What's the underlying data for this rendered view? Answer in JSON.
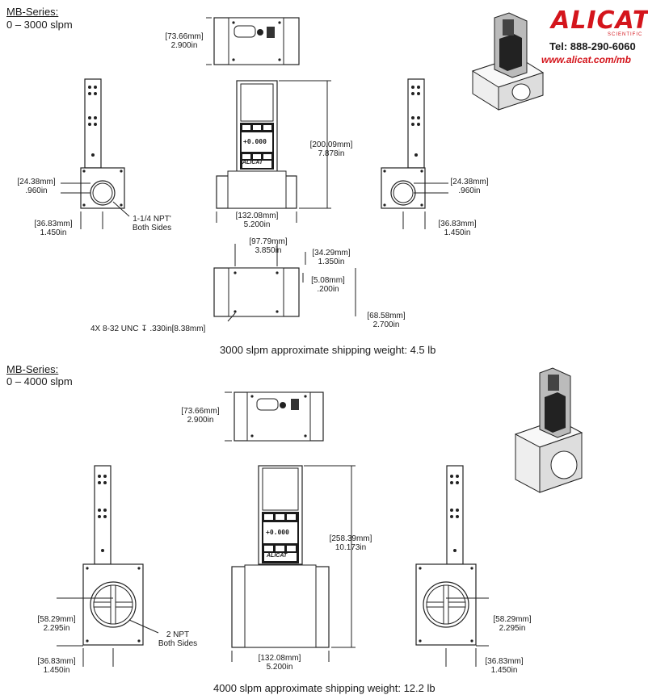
{
  "brand": {
    "logo_text": "ALICAT",
    "logo_subtext": "SCIENTIFIC",
    "phone": "Tel: 888-290-6060",
    "website": "www.alicat.com/mb",
    "accent_color": "#d4151c"
  },
  "section1": {
    "title": "MB-Series:",
    "range": "0 – 3000 slpm",
    "top_view": {
      "dim_mm": "[73.66mm]",
      "dim_in": "2.900in"
    },
    "front_height": {
      "dim_mm": "[200.09mm]",
      "dim_in": "7.878in"
    },
    "front_width": {
      "dim_mm": "[132.08mm]",
      "dim_in": "5.200in"
    },
    "left_port": {
      "dim_mm": "[24.38mm]",
      "dim_in": ".960in"
    },
    "left_width": {
      "dim_mm": "[36.83mm]",
      "dim_in": "1.450in"
    },
    "port_note": [
      "1-1/4 NPT'",
      "Both Sides"
    ],
    "right_port": {
      "dim_mm": "[24.38mm]",
      "dim_in": ".960in"
    },
    "right_width": {
      "dim_mm": "[36.83mm]",
      "dim_in": "1.450in"
    },
    "bottom_a": {
      "dim_mm": "[97.79mm]",
      "dim_in": "3.850in"
    },
    "bottom_b": {
      "dim_mm": "[34.29mm]",
      "dim_in": "1.350in"
    },
    "bottom_c": {
      "dim_mm": "[5.08mm]",
      "dim_in": ".200in"
    },
    "bottom_d": {
      "dim_mm": "[68.58mm]",
      "dim_in": "2.700in"
    },
    "thread_note": "4X 8-32 UNC   ↧ .330in[8.38mm]",
    "weight": "3000 slpm approximate shipping weight: 4.5 lb"
  },
  "section2": {
    "title": "MB-Series:",
    "range": "0 – 4000 slpm",
    "top_view": {
      "dim_mm": "[73.66mm]",
      "dim_in": "2.900in"
    },
    "front_height": {
      "dim_mm": "[258.39mm]",
      "dim_in": "10.173in"
    },
    "front_width": {
      "dim_mm": "[132.08mm]",
      "dim_in": "5.200in"
    },
    "left_port": {
      "dim_mm": "[58.29mm]",
      "dim_in": "2.295in"
    },
    "left_width": {
      "dim_mm": "[36.83mm]",
      "dim_in": "1.450in"
    },
    "port_note": [
      "2 NPT",
      "Both Sides"
    ],
    "right_port": {
      "dim_mm": "[58.29mm]",
      "dim_in": "2.295in"
    },
    "right_width": {
      "dim_mm": "[36.83mm]",
      "dim_in": "1.450in"
    },
    "weight": "4000 slpm approximate shipping weight: 12.2 lb"
  },
  "display": {
    "reading": "+0.000",
    "screen_logo": "ALICAT"
  }
}
